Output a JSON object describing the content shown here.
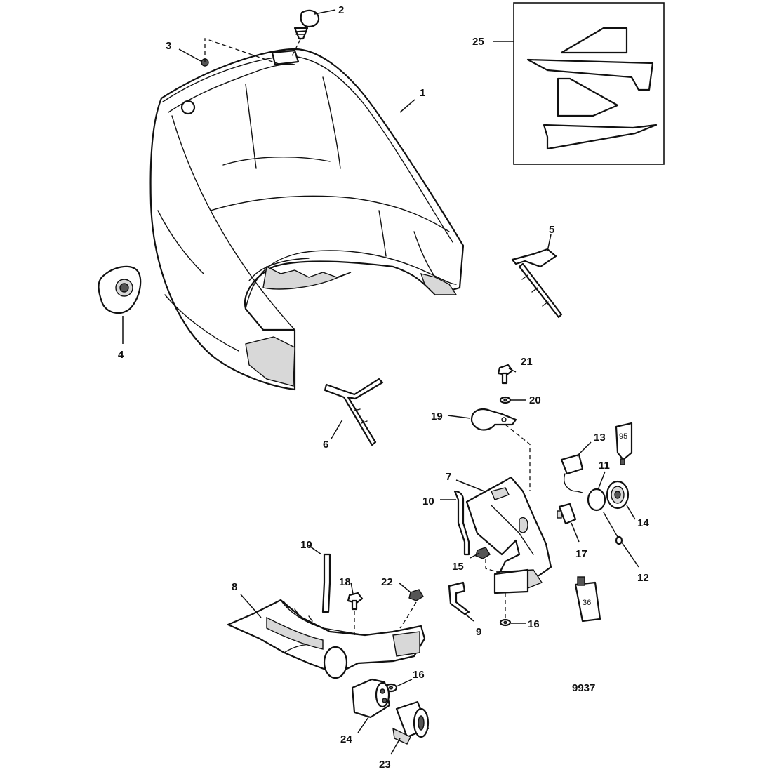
{
  "callouts": {
    "c1": "1",
    "c2": "2",
    "c3": "3",
    "c4": "4",
    "c5": "5",
    "c6": "6",
    "c7": "7",
    "c8": "8",
    "c9": "9",
    "c10a": "10",
    "c10b": "10",
    "c11": "11",
    "c12": "12",
    "c13": "13",
    "c14": "14",
    "c15": "15",
    "c16a": "16",
    "c16b": "16",
    "c17": "17",
    "c18": "18",
    "c19": "19",
    "c20": "20",
    "c21": "21",
    "c22": "22",
    "c23": "23",
    "c24": "24",
    "c25": "25"
  },
  "tube_labels": {
    "t95": "95",
    "t36": "36"
  },
  "figure_number": "9937"
}
